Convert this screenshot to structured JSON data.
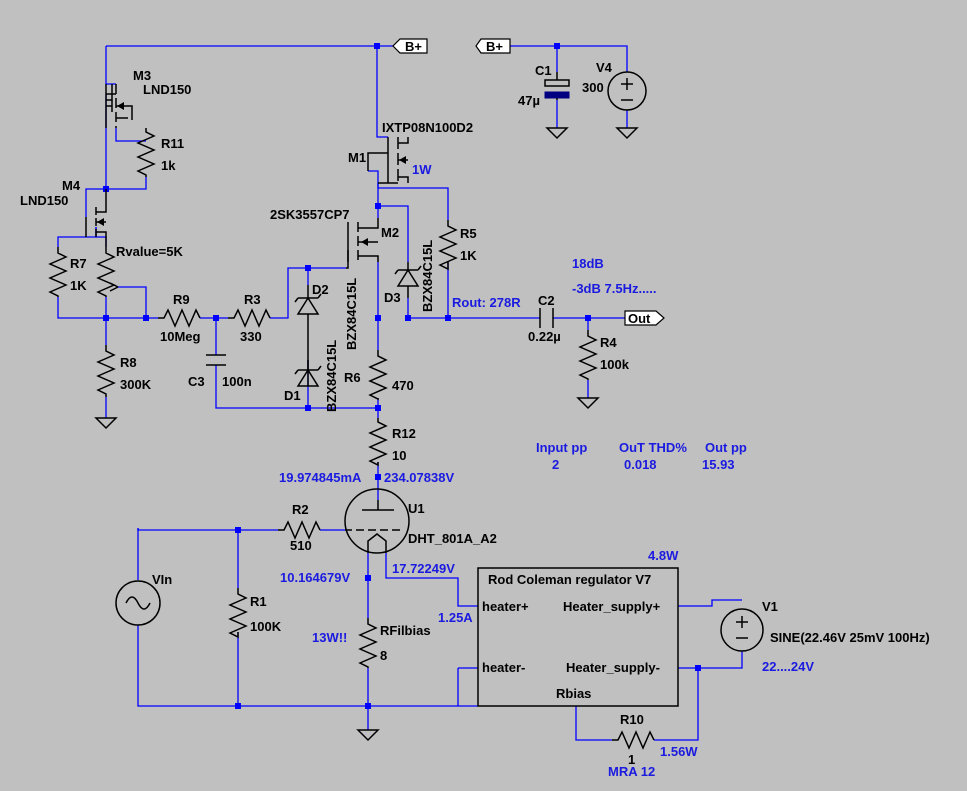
{
  "ports": {
    "bplus": "B+",
    "out": "Out"
  },
  "components": {
    "m3": {
      "ref": "M3",
      "value": "LND150"
    },
    "m4": {
      "ref": "M4",
      "value": "LND150"
    },
    "m1": {
      "ref": "M1",
      "value": "IXTP08N100D2",
      "note": "1W"
    },
    "m2": {
      "ref": "M2",
      "value": "2SK3557CP7"
    },
    "r11": {
      "ref": "R11",
      "value": "1k"
    },
    "r7": {
      "ref": "R7",
      "value": "1K"
    },
    "rpot": {
      "value": "Rvalue=5K"
    },
    "r9": {
      "ref": "R9",
      "value": "10Meg"
    },
    "r3": {
      "ref": "R3",
      "value": "330"
    },
    "r8": {
      "ref": "R8",
      "value": "300K"
    },
    "c3": {
      "ref": "C3",
      "value": "100n"
    },
    "d1": {
      "ref": "D1",
      "value": "BZX84C15L"
    },
    "d2": {
      "ref": "D2",
      "value": "BZX84C15L"
    },
    "d3": {
      "ref": "D3",
      "value": "BZX84C15L"
    },
    "r5": {
      "ref": "R5",
      "value": "1K"
    },
    "r6": {
      "ref": "R6",
      "value": "470"
    },
    "r12": {
      "ref": "R12",
      "value": "10"
    },
    "c1": {
      "ref": "C1",
      "value": "47µ"
    },
    "v4": {
      "ref": "V4",
      "value": "300"
    },
    "c2": {
      "ref": "C2",
      "value": "0.22µ"
    },
    "r4": {
      "ref": "R4",
      "value": "100k"
    },
    "u1": {
      "ref": "U1",
      "value": "DHT_801A_A2"
    },
    "r2": {
      "ref": "R2",
      "value": "510"
    },
    "vin": {
      "ref": "VIn"
    },
    "r1": {
      "ref": "R1",
      "value": "100K"
    },
    "rfil": {
      "ref": "RFilbias",
      "value": "8"
    },
    "v1": {
      "ref": "V1",
      "value": "SINE(22.46V 25mV 100Hz)"
    },
    "r10": {
      "ref": "R10",
      "value": "1"
    },
    "reg": {
      "title": "Rod Coleman regulator V7",
      "pin_heater_plus": "heater+",
      "pin_heater_minus": "heater-",
      "pin_supply_plus": "Heater_supply+",
      "pin_supply_minus": "Heater_supply-",
      "pin_rbias": "Rbias"
    }
  },
  "annotations": {
    "gain": "18dB",
    "bandwidth": "-3dB 7.5Hz.....",
    "rout": "Rout: 278R",
    "input_pp_label": "Input pp",
    "input_pp_value": "2",
    "thd_label": "OuT THD%",
    "thd_value": "0.018",
    "out_pp_label": "Out pp",
    "out_pp_value": "15.93",
    "anode_current": "19.974845mA",
    "anode_voltage": "234.07838V",
    "grid_bias_voltage": "10.164679V",
    "filament_voltage": "17.72249V",
    "filament_current": "1.25A",
    "rfil_power": "13W!!",
    "reg_power": "4.8W",
    "supply_range": "22....24V",
    "r10_power": "1.56W",
    "r10_part": "MRA 12"
  },
  "colors": {
    "background": "#c0c0c0",
    "wire": "#0000ff",
    "component": "#000000",
    "annotation": "#1a1ae0",
    "capacitor_plate": "#000080"
  }
}
